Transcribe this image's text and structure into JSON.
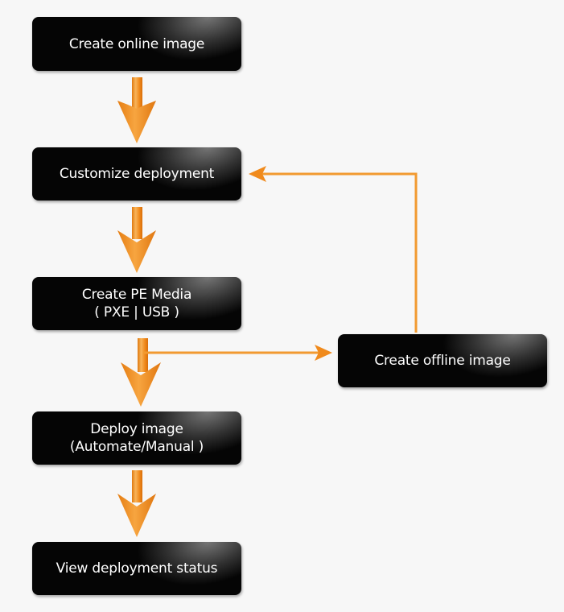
{
  "diagram": {
    "nodes": {
      "online_image": {
        "label": "Create online image"
      },
      "customize": {
        "label": "Customize deployment"
      },
      "pe_media": {
        "line1": "Create PE Media",
        "line2": "( PXE | USB )"
      },
      "deploy": {
        "line1": "Deploy image",
        "line2": "(Automate/Manual )"
      },
      "status": {
        "label": "View deployment status"
      },
      "offline_image": {
        "label": "Create offline image"
      }
    },
    "edges": [
      {
        "from": "Create online image",
        "to": "Customize deployment"
      },
      {
        "from": "Customize deployment",
        "to": "Create PE Media"
      },
      {
        "from": "Create PE Media",
        "to": "Deploy image"
      },
      {
        "from": "Create PE Media",
        "to": "Create offline image"
      },
      {
        "from": "Create offline image",
        "to": "Customize deployment"
      },
      {
        "from": "Deploy image",
        "to": "View deployment status"
      }
    ],
    "colors": {
      "box_fill": "#050505",
      "box_text": "#ffffff",
      "arrow": "#f08a1c",
      "arrow_light": "#f6b25e",
      "background": "#f7f7f7"
    }
  }
}
